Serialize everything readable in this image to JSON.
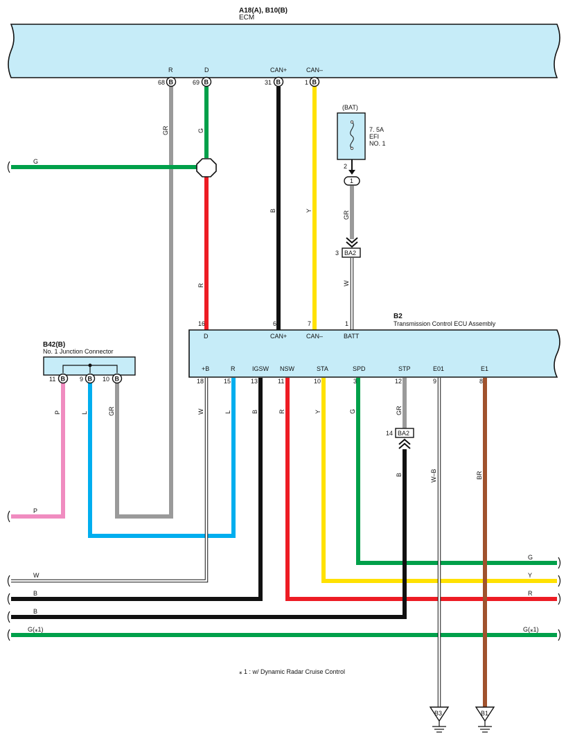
{
  "ecm": {
    "code": "A18(A), B10(B)",
    "name": "ECM"
  },
  "tcu": {
    "code": "B2",
    "name": "Transmission Control ECU Assembly"
  },
  "jc": {
    "code": "B42(B)",
    "name": "No. 1 Junction Connector"
  },
  "fuse": {
    "source": "(BAT)",
    "rating": "7. 5A",
    "name1": "EFI",
    "name2": "NO. 1",
    "pin": "2",
    "circle": "1"
  },
  "connector_ba2": "BA2",
  "connector_b_letter": "B",
  "ground_b3": "B3",
  "ground_b1": "B1",
  "note": "⁎ 1 : w/ Dynamic Radar Cruise Control",
  "ecm_pins": [
    {
      "signal": "R",
      "pin": "68",
      "conn": "B"
    },
    {
      "signal": "D",
      "pin": "69",
      "conn": "B"
    },
    {
      "signal": "CAN+",
      "pin": "31",
      "conn": "B"
    },
    {
      "signal": "CAN–",
      "pin": "1",
      "conn": "B"
    }
  ],
  "tcu_top_pins": [
    {
      "signal": "D",
      "pin": "16"
    },
    {
      "signal": "CAN+",
      "pin": "6"
    },
    {
      "signal": "CAN–",
      "pin": "7"
    },
    {
      "signal": "BATT",
      "pin": "1"
    }
  ],
  "tcu_bottom_pins": [
    {
      "signal": "+B",
      "pin": "18"
    },
    {
      "signal": "R",
      "pin": "15"
    },
    {
      "signal": "IGSW",
      "pin": "13"
    },
    {
      "signal": "NSW",
      "pin": "11"
    },
    {
      "signal": "STA",
      "pin": "10"
    },
    {
      "signal": "SPD",
      "pin": "3"
    },
    {
      "signal": "STP",
      "pin": "12"
    },
    {
      "signal": "E01",
      "pin": "9"
    },
    {
      "signal": "E1",
      "pin": "8"
    }
  ],
  "jc_pins": [
    {
      "pin": "11",
      "conn": "B"
    },
    {
      "pin": "9",
      "conn": "B"
    },
    {
      "pin": "10",
      "conn": "B"
    }
  ],
  "ba2_pins": {
    "upper": "3",
    "lower": "14"
  },
  "wire_labels": {
    "gr_ecm": "GR",
    "g_ecm": "G",
    "g_left": "G",
    "r_mid": "R",
    "b_can": "B",
    "y_can": "Y",
    "gr_fuse": "GR",
    "w_batt": "W",
    "p_jc": "P",
    "l_jc": "L",
    "gr_jc": "GR",
    "p_left": "P",
    "w_b": "W",
    "l_r": "L",
    "b_igsw": "B",
    "r_nsw": "R",
    "y_sta": "Y",
    "g_spd": "G",
    "gr_stp": "GR",
    "b_stp": "B",
    "wb_e01": "W–B",
    "br_e1": "BR",
    "w_left": "W",
    "b_left1": "B",
    "b_left2": "B",
    "g1_left": "G(⁎1)",
    "g_right": "G",
    "y_right": "Y",
    "r_right": "R",
    "g1_right": "G(⁎1)"
  },
  "colors": {
    "box_fill": "#c6ecf8",
    "green": "#00a04a",
    "red": "#ed1c24",
    "black": "#111111",
    "yellow": "#ffe100",
    "gray": "#9a9a9a",
    "pink": "#f08cc0",
    "blue": "#00aeef",
    "brown": "#a0522d",
    "white_wire": "#ffffff"
  }
}
